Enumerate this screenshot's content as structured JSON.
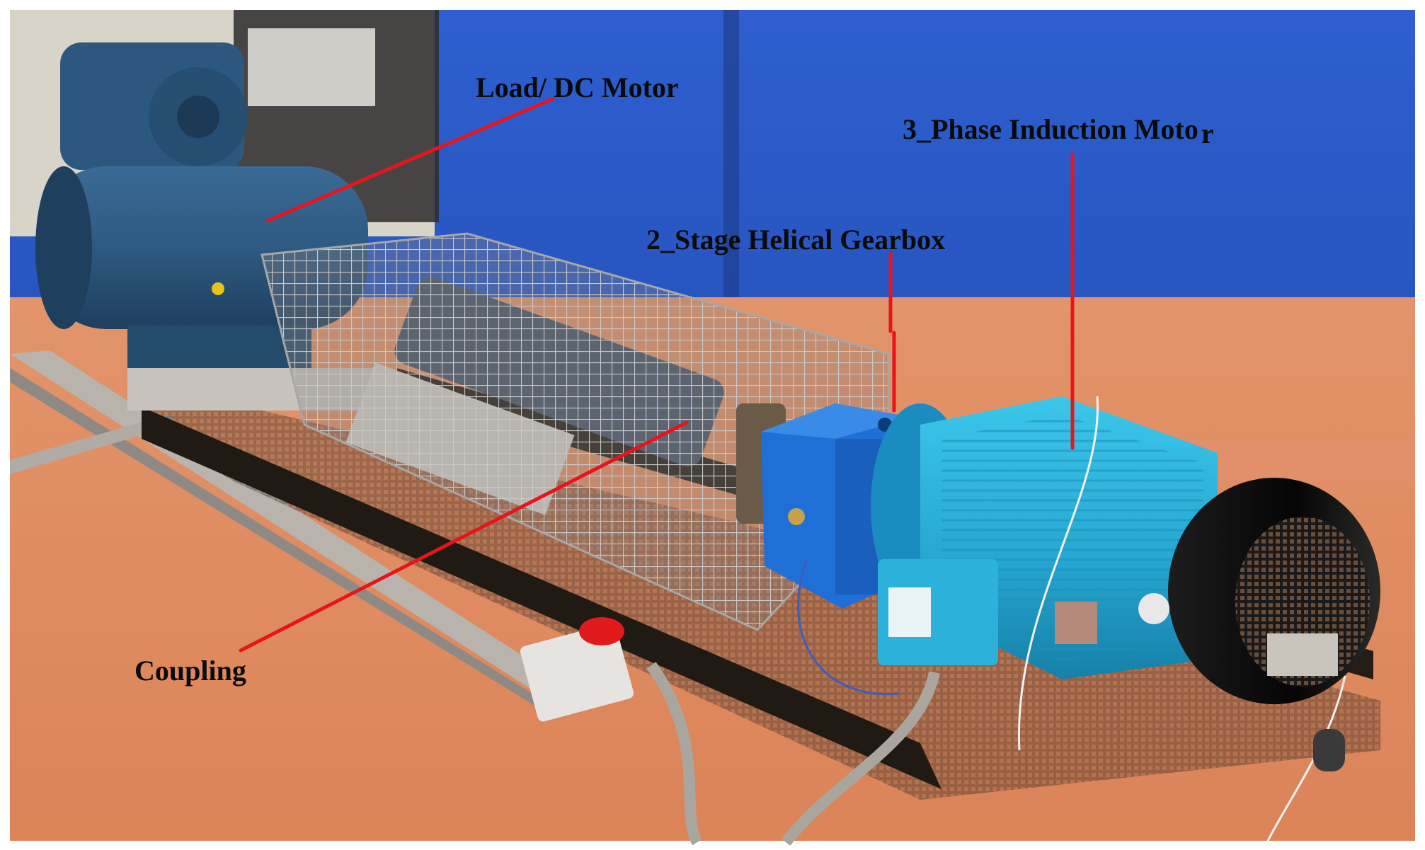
{
  "labels": {
    "load_dc_motor": "Load/ DC Motor",
    "induction_motor": "3_Phase Induction Moto",
    "induction_motor_r": "r",
    "gearbox": "2_Stage Helical Gearbox",
    "coupling": "Coupling"
  },
  "colors": {
    "pointer_line": "#e8141c",
    "wall_blue": "#2a55c4",
    "floor": "#e08a5c",
    "dc_motor": "#2f5e86",
    "induction_motor": "#2bb6dc",
    "gearbox": "#1f6fd6",
    "motor_end_cap": "#0d0d0d",
    "frame": "#1a1612"
  }
}
